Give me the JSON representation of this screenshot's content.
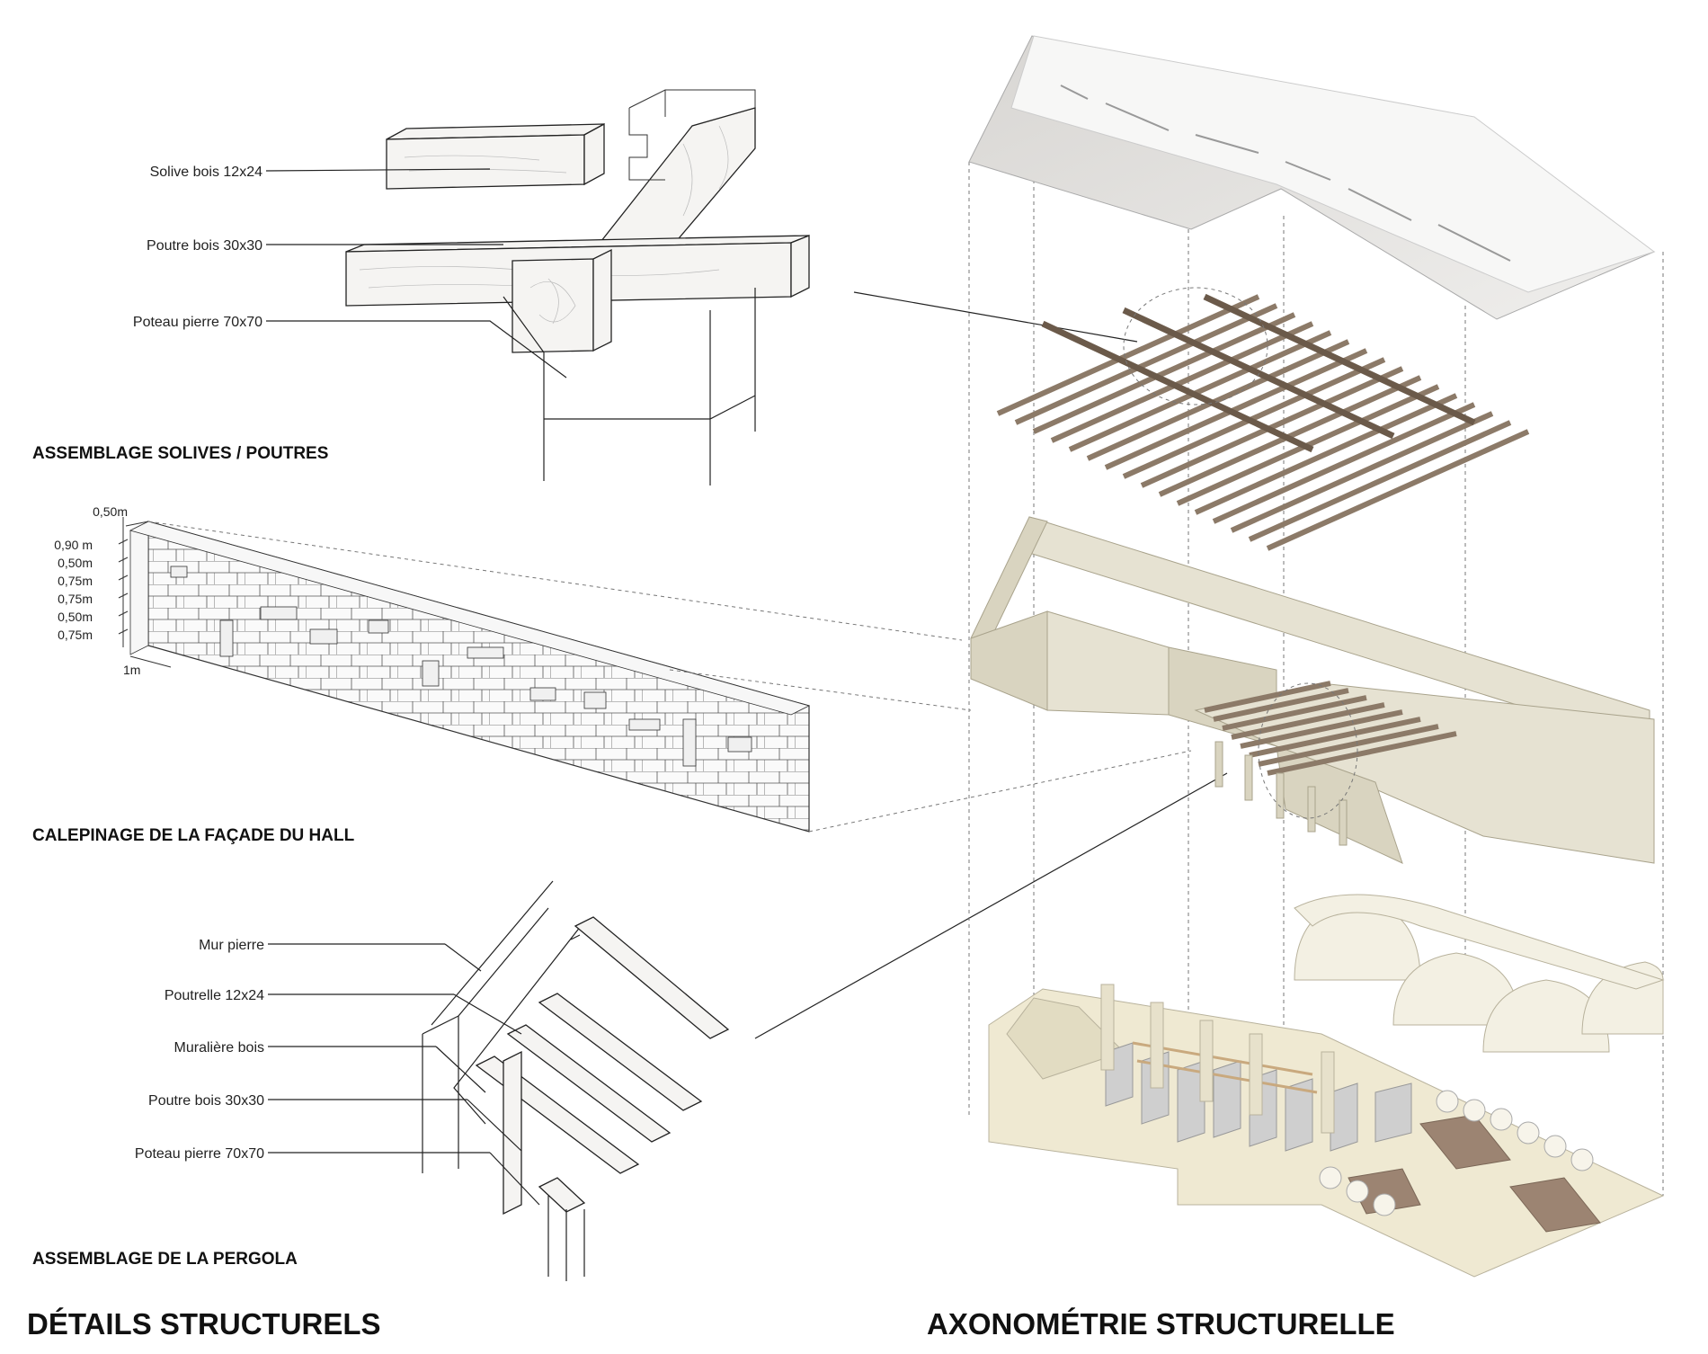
{
  "details": {
    "title": "DÉTAILS STRUCTURELS",
    "joists": {
      "heading": "ASSEMBLAGE SOLIVES / POUTRES",
      "labels": [
        "Solive bois 12x24",
        "Poutre bois 30x30",
        "Poteau pierre 70x70"
      ]
    },
    "facade": {
      "heading": "CALEPINAGE DE LA FAÇADE DU HALL",
      "dims": [
        "0,50m",
        "0,90 m",
        "0,50m",
        "0,75m",
        "0,75m",
        "0,50m",
        "0,75m"
      ],
      "scale": "1m"
    },
    "pergola": {
      "heading": "ASSEMBLAGE DE LA PERGOLA",
      "labels": [
        "Mur pierre",
        "Poutrelle 12x24",
        "Muralière bois",
        "Poutre bois 30x30",
        "Poteau pierre 70x70"
      ]
    }
  },
  "axonometry": {
    "title": "AXONOMÉTRIE STRUCTURELLE"
  }
}
